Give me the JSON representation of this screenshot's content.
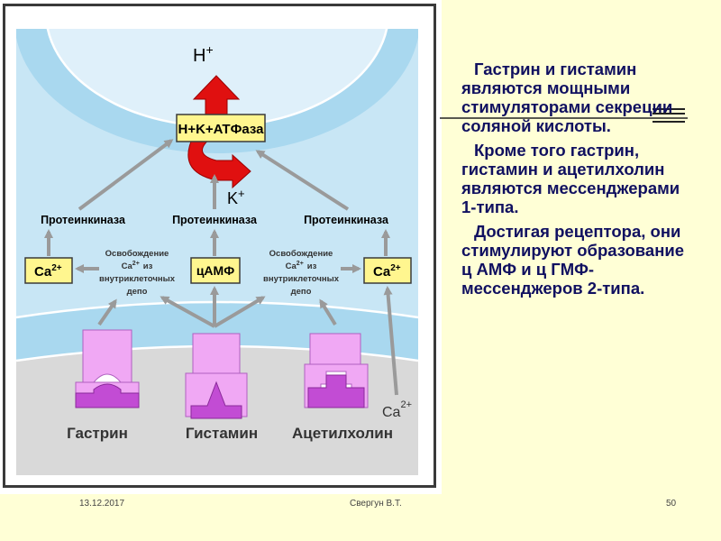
{
  "diagram": {
    "h_plus": "H",
    "h_plus_sup": "+",
    "pump_label": "H+K+ATФаза",
    "k_plus": "K",
    "k_plus_sup": "+",
    "kinase_left": "Протеинкиназа",
    "kinase_center": "Протеинкиназа",
    "kinase_right": "Протеинкиназа",
    "ca_left": "Ca",
    "ca_left_sup": "2+",
    "camp": "цАМФ",
    "ca_right": "Ca",
    "ca_right_sup": "2+",
    "release_left": [
      "Освобождение",
      "Ca",
      "из",
      "внутриклеточных",
      "депо"
    ],
    "release_right": [
      "Освобождение",
      "Ca",
      "из",
      "внутриклеточных",
      "депо"
    ],
    "release_sup": "2+",
    "ca_extra": "Ca",
    "ca_extra_sup": "2+",
    "receptor_labels": [
      "Гастрин",
      "Гистамин",
      "Ацетилхолин"
    ],
    "colors": {
      "cell_blue": "#c8e6f5",
      "lumen_blue": "#dff0fa",
      "membrane_blue": "#a9d8ef",
      "extracell_gray": "#d9d9d9",
      "pump_red": "#e01010",
      "box_yellow": "#fff68f",
      "receptor_light": "#f0a8f4",
      "receptor_dark": "#c24cd4",
      "arrow_gray": "#9a9a9a"
    }
  },
  "text": {
    "para1": "Гастрин и гистамин являются мощными стимуляторами секреции соляной кислоты.",
    "para2": "Кроме того гастрин, гистамин и ацетилхолин являются мессенджерами 1-типа.",
    "para3": "Достигая рецептора, они стимулируют образование ц АМФ и ц ГМФ-мессенджеров 2-типа."
  },
  "footer": {
    "date": "13.12.2017",
    "author": "Свергун В.Т.",
    "page": "50"
  }
}
